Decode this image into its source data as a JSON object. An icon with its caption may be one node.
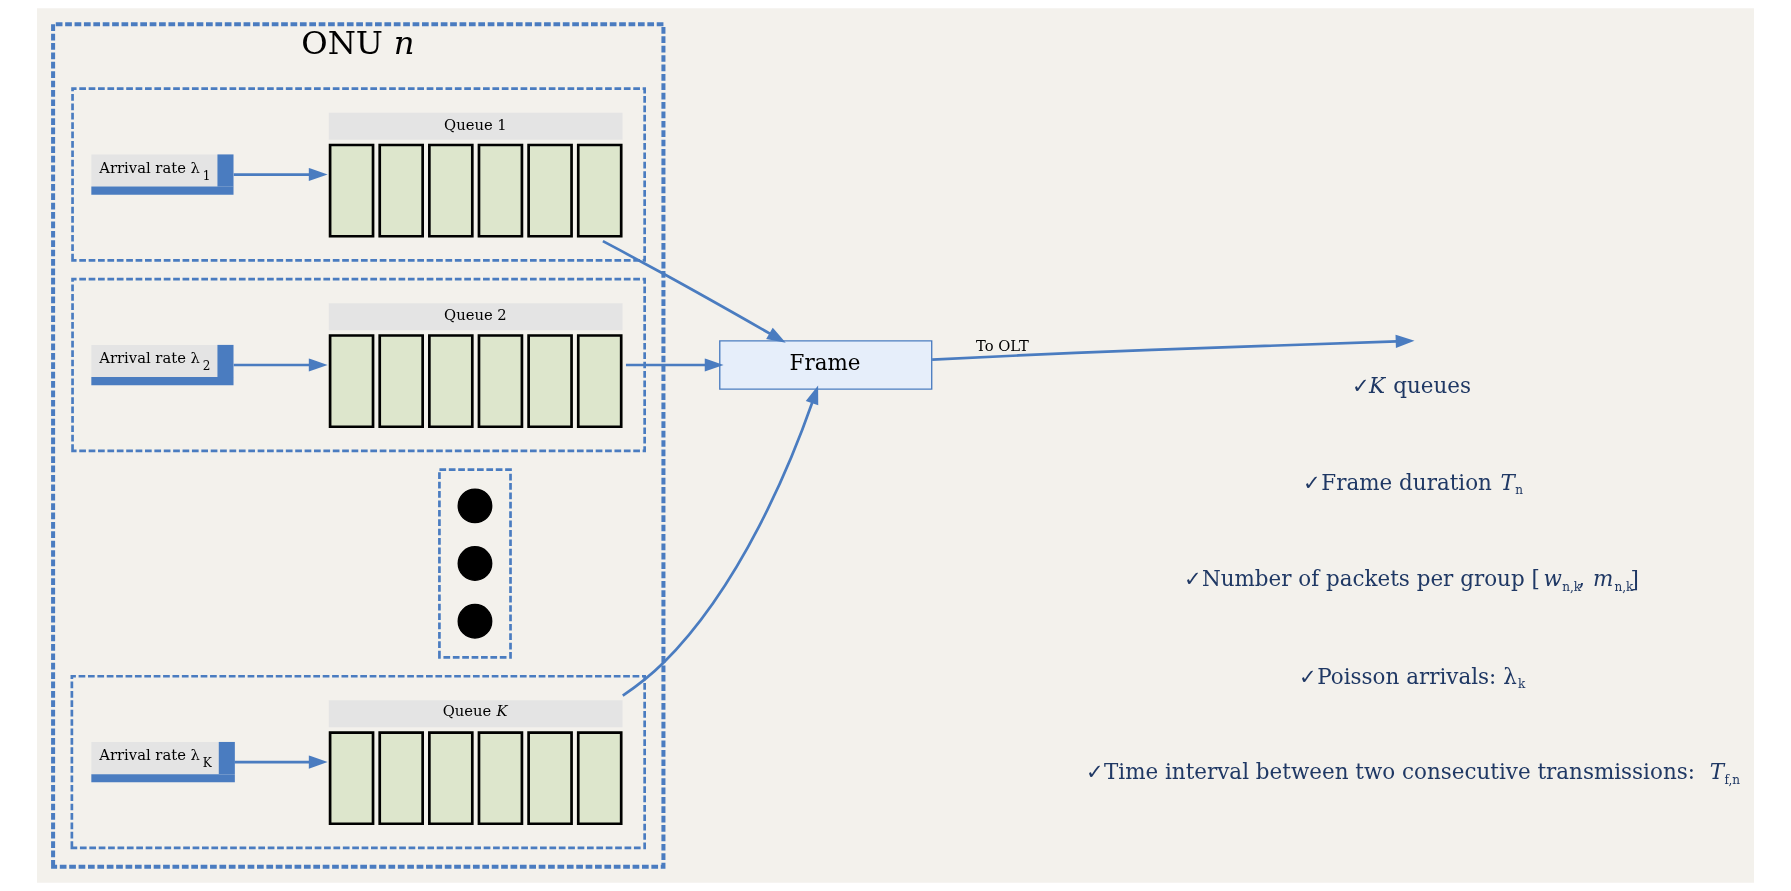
{
  "diagram": {
    "nodes": [
      {
        "text": [
          "ONU *n*"
        ]
      },
      {
        "text": [],
        "shape": "box",
        "in": 0
      },
      {
        "text": [
          "Arrival rate λ$_{1}$"
        ],
        "in": 1
      },
      {
        "text": [
          "Queue 1"
        ],
        "in": 1
      },
      {
        "text": [],
        "shape": "box",
        "in": 0
      },
      {
        "text": [
          "Arrival rate λ$_{2}$"
        ],
        "in": 4
      },
      {
        "text": [
          "Queue 2"
        ],
        "in": 4
      },
      {
        "text": [],
        "shape": "box",
        "in": 0
      },
      {
        "text": [],
        "shape": "circle",
        "in": 7
      },
      {
        "text": [],
        "shape": "circle",
        "in": 7
      },
      {
        "text": [],
        "shape": "circle",
        "in": 7
      },
      {
        "text": [],
        "shape": "box",
        "in": 0
      },
      {
        "text": [
          "Arrival rate λ$_{K}$"
        ],
        "in": 11
      },
      {
        "text": [
          "Queue *K*"
        ],
        "in": 11
      },
      {
        "text": [
          "Frame"
        ]
      }
    ],
    "edges": [
      {
        "from": 2,
        "to": 3,
        "arrow": "to"
      },
      {
        "from": 5,
        "to": 6,
        "arrow": "to"
      },
      {
        "from": 12,
        "to": 13,
        "arrow": "to"
      },
      {
        "from": 3,
        "to": 14,
        "arrow": "to"
      },
      {
        "from": 6,
        "to": 14,
        "arrow": "to"
      },
      {
        "from": 13,
        "to": 14,
        "arrow": "to"
      },
      {
        "from": 14,
        "to": null,
        "arrow": "to",
        "label": "To OLT"
      }
    ],
    "labels": [
      "✓*K* queues",
      "✓Frame duration *T*$_{n}$",
      "✓Number of packets per group [*w*$_{n,k}$, *m*$_{n,k}$]",
      "✓Poisson arrivals: λ$_{k}$",
      "✓Time interval between two consecutive transmissions: *T*$_{f,n}$"
    ]
  }
}
